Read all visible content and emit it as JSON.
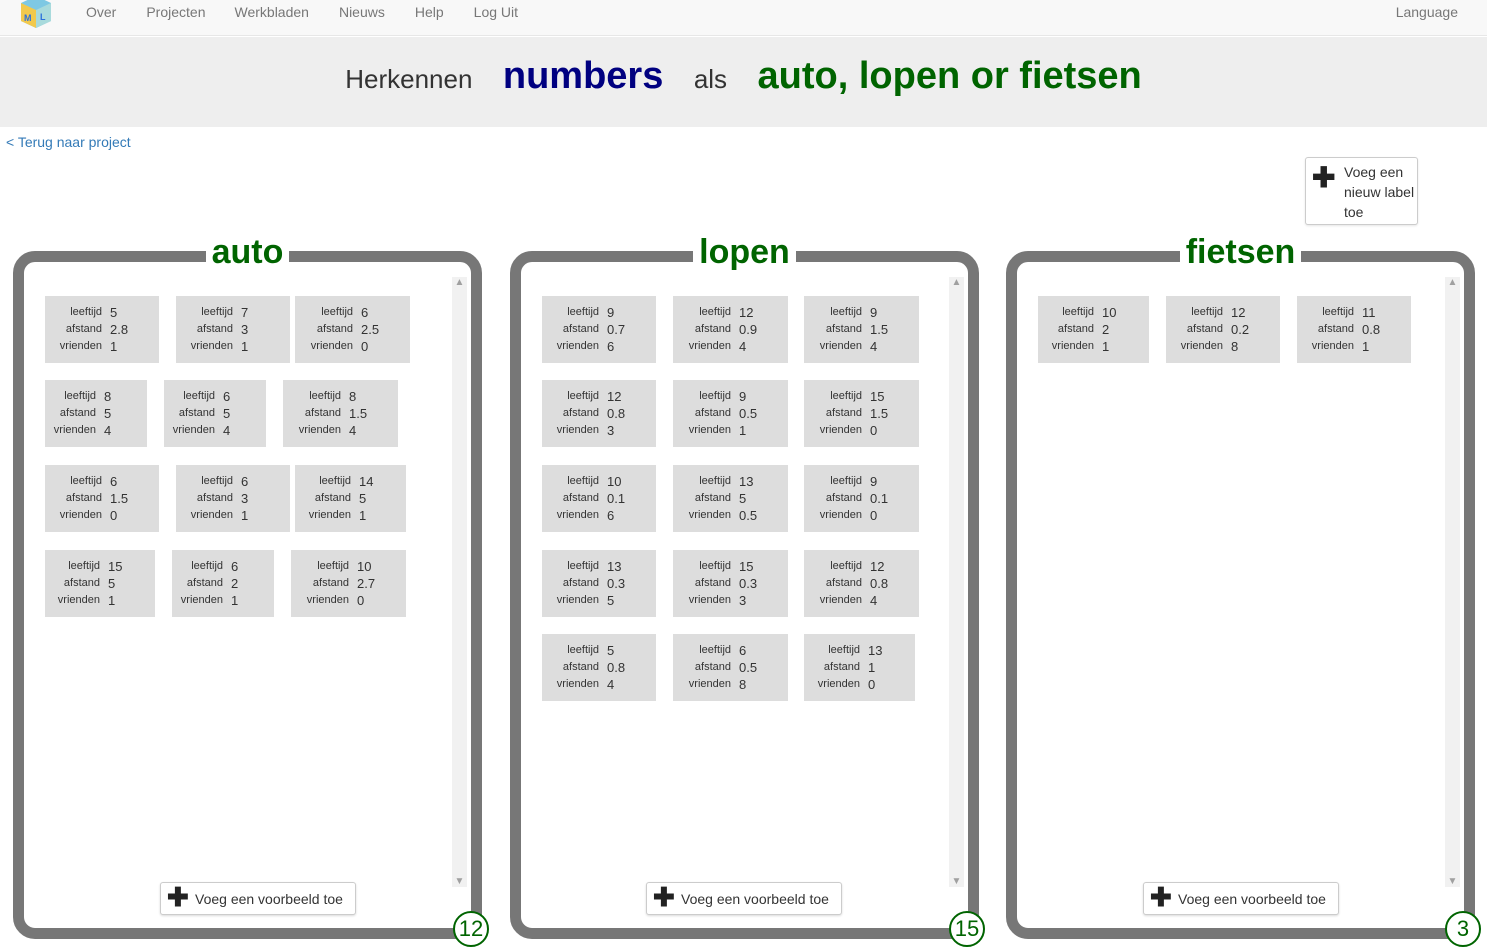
{
  "nav": {
    "items": [
      "Over",
      "Projecten",
      "Werkbladen",
      "Nieuws",
      "Help",
      "Log Uit"
    ],
    "language": "Language"
  },
  "title": {
    "part1": "Herkennen",
    "part2": "numbers",
    "part3": "als",
    "part4": "auto, lopen or fietsen"
  },
  "back_link": "< Terug naar project",
  "add_label_button": "Voeg een nieuw label toe",
  "field_labels": [
    "leeftijd",
    "afstand",
    "vrienden"
  ],
  "add_example_label": "Voeg een voorbeeld toe",
  "colors": {
    "accent_green": "#006400",
    "accent_blue": "#000080",
    "frame_grey": "#777777",
    "card_grey": "#dddddd"
  },
  "columns": [
    {
      "label": "auto",
      "count": "12",
      "examples": [
        [
          "5",
          "2.8",
          "1"
        ],
        [
          "7",
          "3",
          "1"
        ],
        [
          "6",
          "2.5",
          "0"
        ],
        [
          "8",
          "5",
          "4"
        ],
        [
          "6",
          "5",
          "4"
        ],
        [
          "8",
          "1.5",
          "4"
        ],
        [
          "6",
          "1.5",
          "0"
        ],
        [
          "6",
          "3",
          "1"
        ],
        [
          "14",
          "5",
          "1"
        ],
        [
          "15",
          "5",
          "1"
        ],
        [
          "6",
          "2",
          "1"
        ],
        [
          "10",
          "2.7",
          "0"
        ]
      ]
    },
    {
      "label": "lopen",
      "count": "15",
      "examples": [
        [
          "9",
          "0.7",
          "6"
        ],
        [
          "12",
          "0.9",
          "4"
        ],
        [
          "9",
          "1.5",
          "4"
        ],
        [
          "12",
          "0.8",
          "3"
        ],
        [
          "9",
          "0.5",
          "1"
        ],
        [
          "15",
          "1.5",
          "0"
        ],
        [
          "10",
          "0.1",
          "6"
        ],
        [
          "13",
          "5",
          "0.5"
        ],
        [
          "9",
          "0.1",
          "0"
        ],
        [
          "13",
          "0.3",
          "5"
        ],
        [
          "15",
          "0.3",
          "3"
        ],
        [
          "12",
          "0.8",
          "4"
        ],
        [
          "5",
          "0.8",
          "4"
        ],
        [
          "6",
          "0.5",
          "8"
        ],
        [
          "13",
          "1",
          "0"
        ]
      ]
    },
    {
      "label": "fietsen",
      "count": "3",
      "examples": [
        [
          "10",
          "2",
          "1"
        ],
        [
          "12",
          "0.2",
          "8"
        ],
        [
          "11",
          "0.8",
          "1"
        ]
      ]
    }
  ]
}
